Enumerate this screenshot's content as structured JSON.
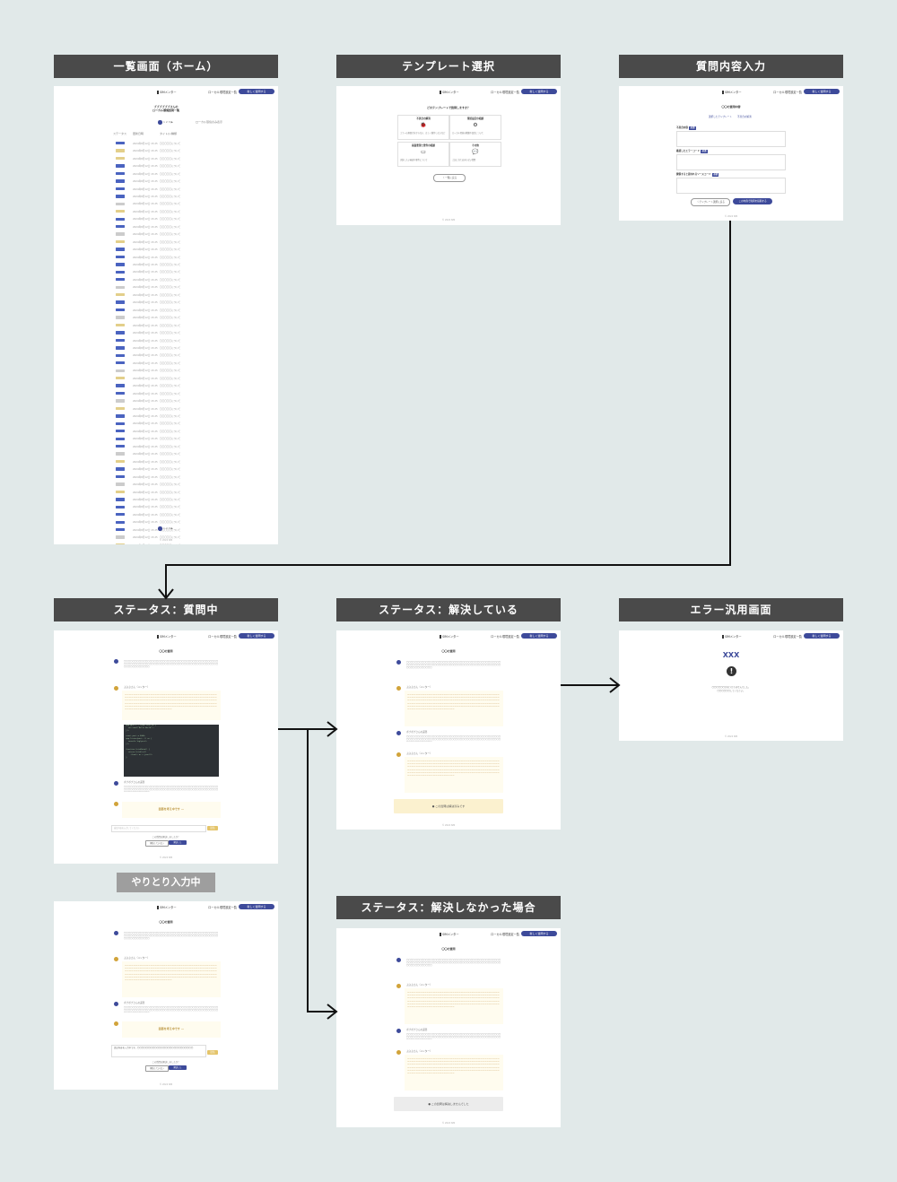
{
  "screens": {
    "home": {
      "title": "一覧画面（ホーム）",
      "logo": "SIMメンター",
      "nav_link": "ローカル環境設定一覧",
      "nav_button": "新しく質問する",
      "heading1": "ブブブブブブさんの",
      "heading2": "ローカル環境質問一覧",
      "pager": "1 2 3 ▶",
      "filter": "ローカル環境のみ表示",
      "cols": [
        "ステータス",
        "更新日時",
        "タイトル/種類"
      ],
      "row_date": "2024年8月12日 15:25",
      "row_title": "〇〇〇〇〇について",
      "badge_colors": [
        "#4a63c0",
        "#e3cf8a",
        "#e3cf8a",
        "#4a63c0",
        "#4a63c0",
        "#4a63c0",
        "#4a63c0",
        "#4a63c0",
        "#cccccc",
        "#e3cf8a",
        "#4a63c0",
        "#4a63c0",
        "#cccccc",
        "#e3cf8a",
        "#4a63c0",
        "#4a63c0",
        "#4a63c0",
        "#4a63c0",
        "#4a63c0",
        "#cccccc",
        "#e3cf8a",
        "#4a63c0",
        "#4a63c0",
        "#cccccc",
        "#e3cf8a",
        "#4a63c0",
        "#4a63c0",
        "#4a63c0",
        "#4a63c0",
        "#4a63c0",
        "#cccccc",
        "#e3cf8a",
        "#4a63c0",
        "#4a63c0",
        "#cccccc",
        "#e3cf8a",
        "#4a63c0",
        "#4a63c0",
        "#4a63c0",
        "#4a63c0",
        "#4a63c0",
        "#cccccc",
        "#e3cf8a",
        "#4a63c0",
        "#4a63c0",
        "#cccccc",
        "#e3cf8a",
        "#4a63c0",
        "#4a63c0",
        "#4a63c0",
        "#4a63c0",
        "#4a63c0",
        "#cccccc",
        "#e3cf8a"
      ],
      "footer": "© 2024 SIM"
    },
    "template": {
      "title": "テンプレート選択",
      "question": "どのテンプレートで質問しますか？",
      "cards": [
        {
          "label": "不具合の解消",
          "icon": "🐞",
          "desc": "エラーの原因が分からない、正しく動作しないなど"
        },
        {
          "label": "環境設定の相談",
          "icon": "⚙",
          "desc": "ローカル環境の構築や設定について"
        },
        {
          "label": "画面要望と要件の相談",
          "icon": "▭",
          "desc": "実装したい画面や要件について"
        },
        {
          "label": "その他",
          "icon": "💬",
          "desc": "上記に当てはまらない質問"
        }
      ],
      "back": "〈 一覧に戻る",
      "footer": "© 2024 SIM"
    },
    "input": {
      "title": "質問内容入力",
      "heading": "〇〇の質問内容",
      "tabs": [
        "選択したテンプレート",
        "不具合の解消"
      ],
      "fields": [
        "不具合内容",
        "確認したエラーコード",
        "関係すると思われるソースコード"
      ],
      "required": "必須",
      "btn_back": "〈 テンプレート選択に戻る",
      "btn_submit": "この内容で質問を投稿する",
      "footer": "© 2024 SIM"
    },
    "status_asking": {
      "title": "ステータス：質問中",
      "heading": "〇〇の質問",
      "mentor": "ぶぶぶさん（メンター）",
      "user": "ボブボブさんの返答",
      "waiting": "回答を考え中です ···",
      "reply_placeholder": "返信内容を入力してください",
      "send": "送信",
      "resolved_q": "この質問は解決しましたか？",
      "resolved_no": "解決していない",
      "resolved_yes": "解決した",
      "footer": "© 2024 SIM"
    },
    "status_chatting": {
      "title": "やりとり入力中",
      "heading": "〇〇の質問",
      "mentor": "ぶぶぶさん（メンター）",
      "user": "ボブボブさんの返答",
      "waiting": "回答を考え中です ···",
      "draft": "追記内容を入力中です。〇〇〇〇〇〇〇〇〇〇〇〇〇〇〇〇〇〇〇〇〇〇〇〇〇〇",
      "send": "送信",
      "resolved_q": "この質問は解決しましたか？",
      "resolved_no": "解決していない",
      "resolved_yes": "解決した",
      "footer": "© 2024 SIM"
    },
    "status_resolved": {
      "title": "ステータス：解決している",
      "heading": "〇〇の質問",
      "mentor": "ぶぶぶさん（メンター）",
      "user": "ボブボブさんの返答",
      "result": "この質問は解決済みです",
      "footer": "© 2024 SIM"
    },
    "error": {
      "title": "エラー汎用画面",
      "code": "XXX",
      "message1": "〇〇〇〇〇〇が見つかりませんでした。",
      "message2": "〇〇〇〇〇〇してください。",
      "footer": "© 2024 SIM"
    },
    "status_unresolved": {
      "title": "ステータス：解決しなかった場合",
      "heading": "〇〇の質問",
      "mentor": "ぶぶぶさん（メンター）",
      "user": "ボブボブさんの返答",
      "result": "この質問は解決しませんでした",
      "footer": "© 2024 SIM"
    }
  },
  "colors": {
    "background": "#e1e9e9",
    "header": "#4a4a4a",
    "accent": "#3d4a9a",
    "mentor_bubble": "#fffcef",
    "resolved": "#fbf1cf",
    "unresolved": "#ececec"
  }
}
